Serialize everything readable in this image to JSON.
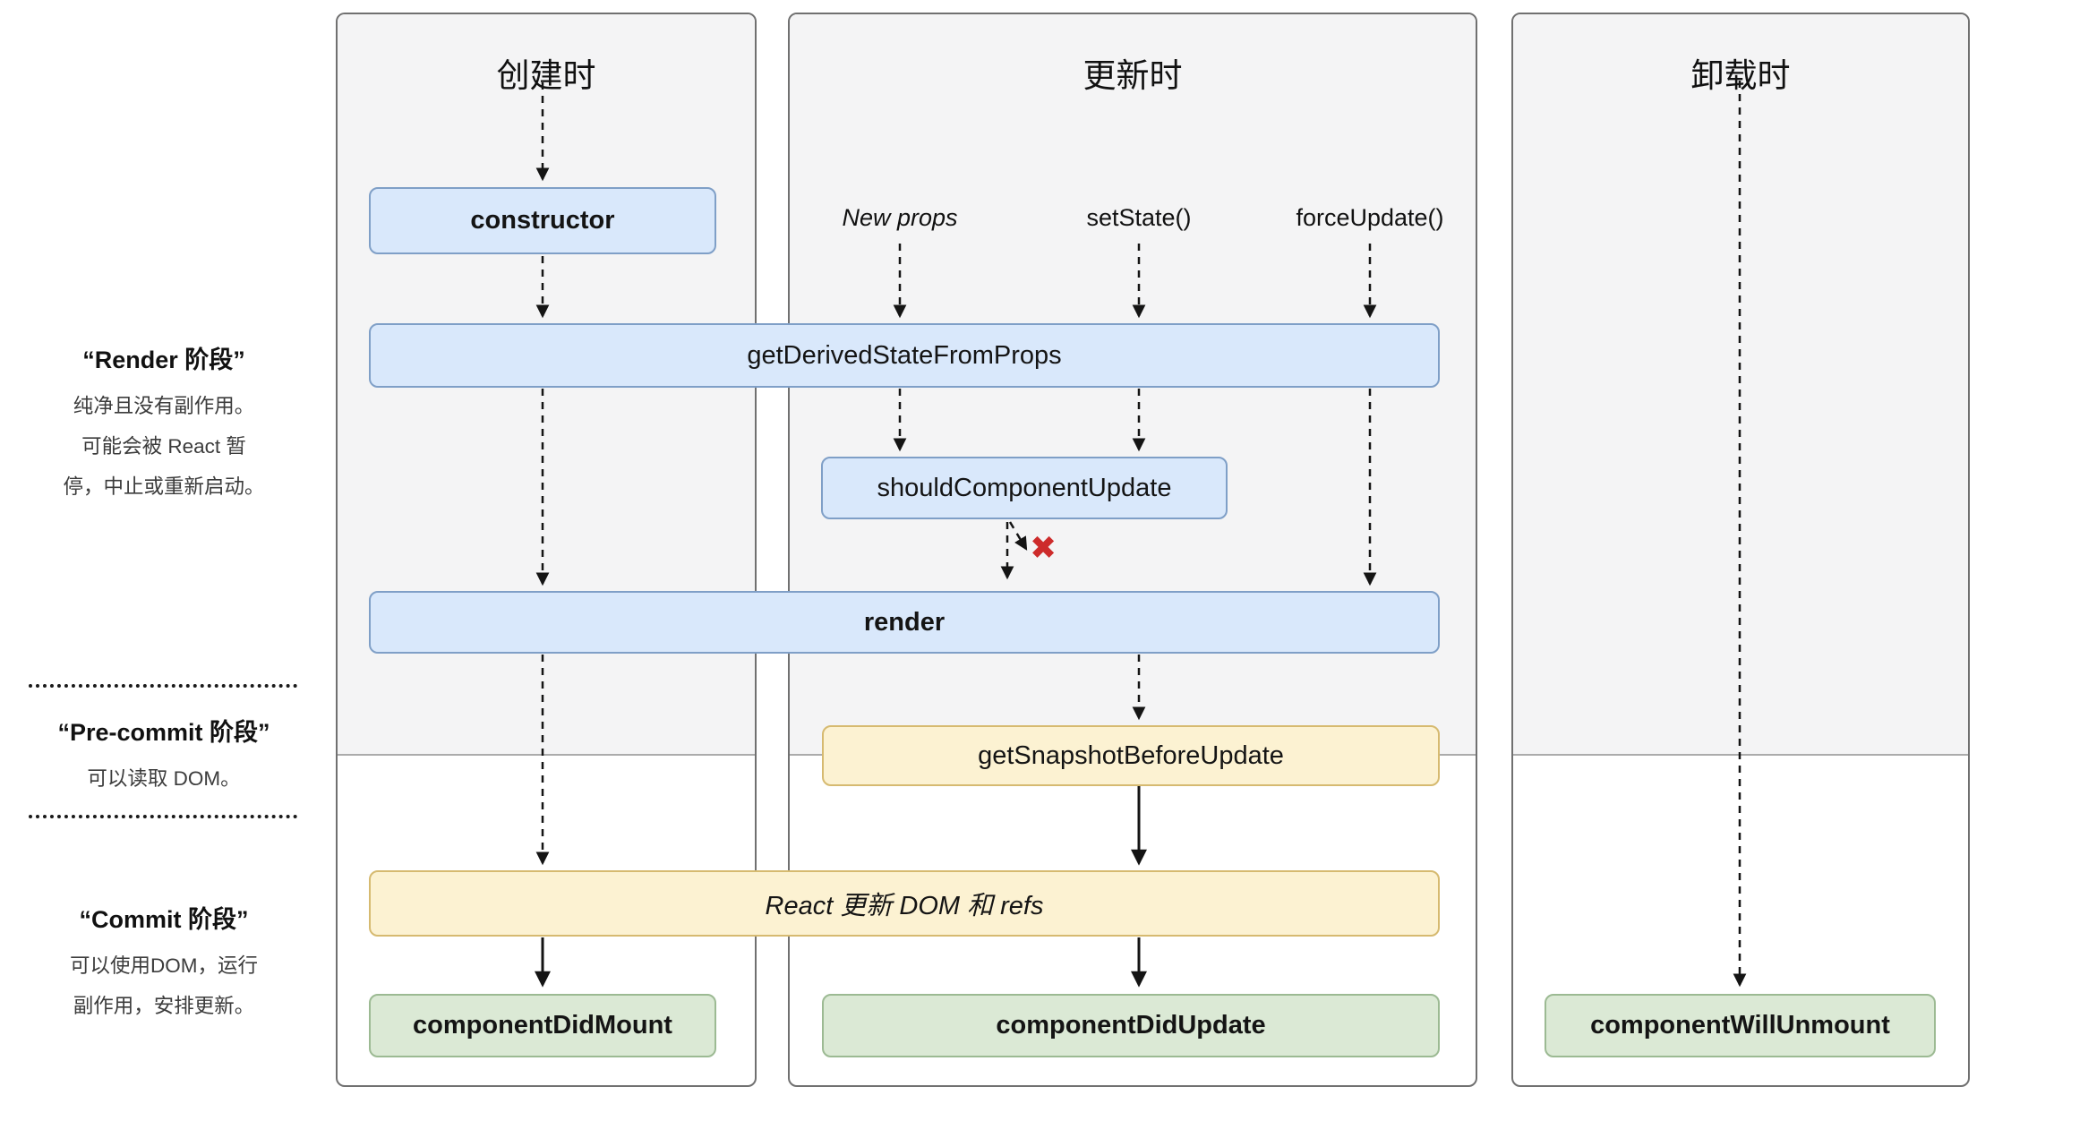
{
  "columns": {
    "mounting": {
      "title": "创建时"
    },
    "updating": {
      "title": "更新时"
    },
    "unmounting": {
      "title": "卸载时"
    }
  },
  "phases": {
    "render": {
      "title": "“Render 阶段”",
      "desc": "纯净且没有副作用。\n可能会被 React 暂\n停，中止或重新启动。"
    },
    "pre_commit": {
      "title": "“Pre-commit 阶段”",
      "desc": "可以读取 DOM。"
    },
    "commit": {
      "title": "“Commit 阶段”",
      "desc": "可以使用DOM，运行\n副作用，安排更新。"
    }
  },
  "triggers": {
    "new_props": "New props",
    "set_state": "setState()",
    "force_update": "forceUpdate()"
  },
  "nodes": {
    "constructor_node": "constructor",
    "get_derived_state_from_props": "getDerivedStateFromProps",
    "should_component_update": "shouldComponentUpdate",
    "render_node": "render",
    "get_snapshot_before_update": "getSnapshotBeforeUpdate",
    "react_updates_dom": "React 更新 DOM 和 refs",
    "component_did_mount": "componentDidMount",
    "component_did_update": "componentDidUpdate",
    "component_will_unmount": "componentWillUnmount"
  },
  "marks": {
    "skip_update": "✖"
  },
  "colors": {
    "node_blue_fill": "#d9e8fb",
    "node_blue_border": "#7f9fc7",
    "node_yellow_fill": "#fcf2d2",
    "node_yellow_border": "#d6ba70",
    "node_green_fill": "#dbe9d5",
    "node_green_border": "#9cba93",
    "panel_shade": "#f4f4f5",
    "panel_border": "#707070",
    "arrow": "#141414",
    "skip_x_red": "#cd2b2b"
  }
}
